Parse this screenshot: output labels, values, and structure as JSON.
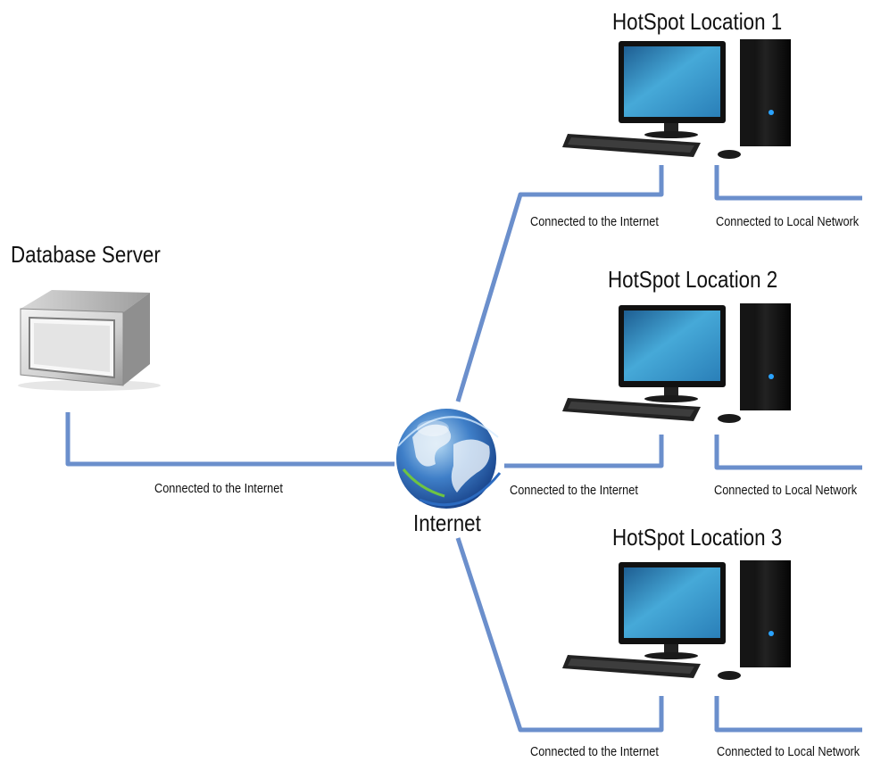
{
  "server": {
    "title": "Database Server",
    "link_label": "Connected to the Internet"
  },
  "internet": {
    "label": "Internet"
  },
  "hotspots": [
    {
      "title": "HotSpot Location 1",
      "internet_label": "Connected to the Internet",
      "local_label": "Connected to Local Network"
    },
    {
      "title": "HotSpot Location 2",
      "internet_label": "Connected to the Internet",
      "local_label": "Connected to Local Network"
    },
    {
      "title": "HotSpot Location 3",
      "internet_label": "Connected to the Internet",
      "local_label": "Connected to Local Network"
    }
  ],
  "colors": {
    "link": "#6b8fcc",
    "screen": "#3fa6d6",
    "tower": "#111111"
  }
}
